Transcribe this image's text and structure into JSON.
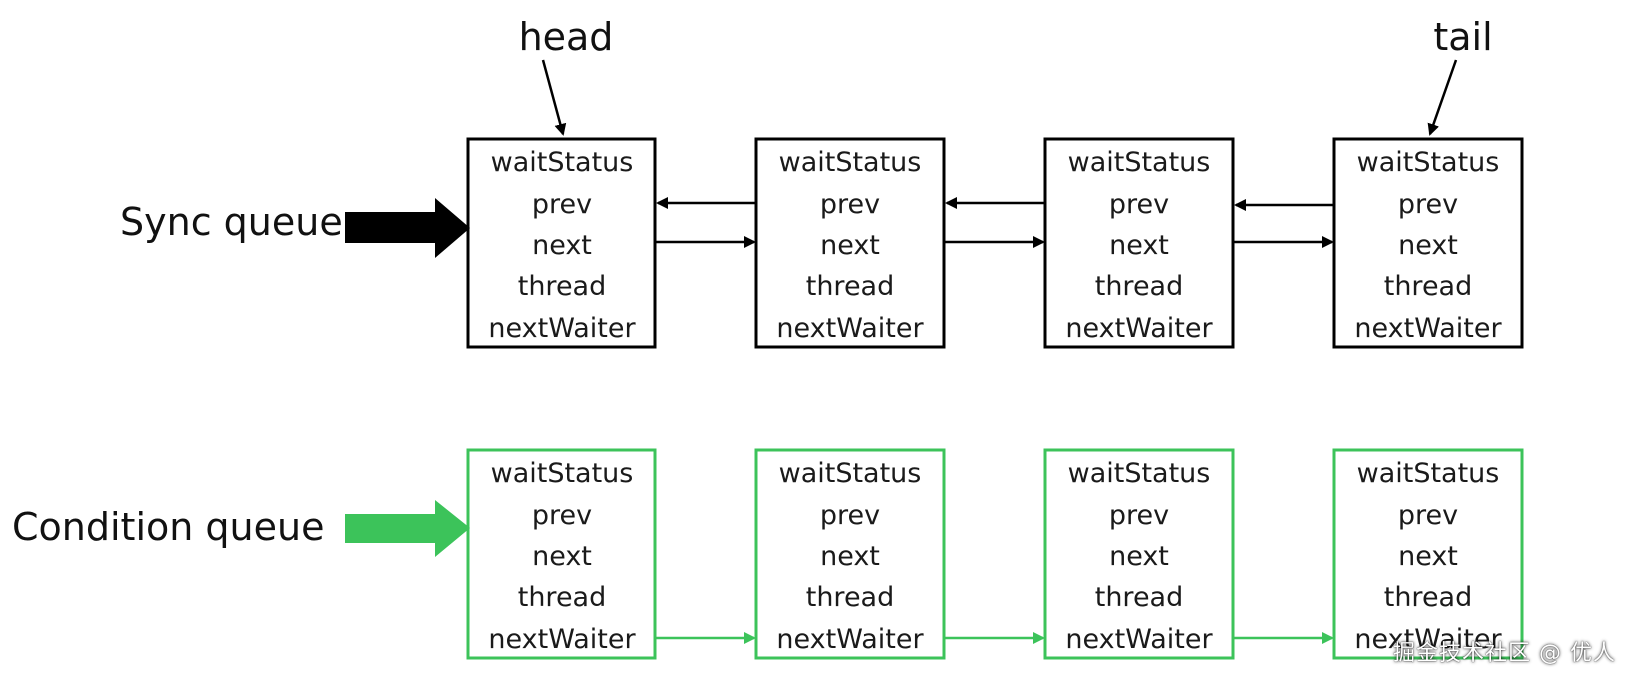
{
  "diagram": {
    "pointers": {
      "head": "head",
      "tail": "tail"
    },
    "queues": [
      {
        "key": "sync",
        "label": "Sync queue",
        "color": "#000000",
        "links": [
          "prev",
          "next"
        ],
        "nodes": [
          {
            "fields": [
              "waitStatus",
              "prev",
              "next",
              "thread",
              "nextWaiter"
            ]
          },
          {
            "fields": [
              "waitStatus",
              "prev",
              "next",
              "thread",
              "nextWaiter"
            ]
          },
          {
            "fields": [
              "waitStatus",
              "prev",
              "next",
              "thread",
              "nextWaiter"
            ]
          },
          {
            "fields": [
              "waitStatus",
              "prev",
              "next",
              "thread",
              "nextWaiter"
            ]
          }
        ]
      },
      {
        "key": "condition",
        "label": "Condition queue",
        "color": "#3cc35a",
        "links": [
          "nextWaiter"
        ],
        "nodes": [
          {
            "fields": [
              "waitStatus",
              "prev",
              "next",
              "thread",
              "nextWaiter"
            ]
          },
          {
            "fields": [
              "waitStatus",
              "prev",
              "next",
              "thread",
              "nextWaiter"
            ]
          },
          {
            "fields": [
              "waitStatus",
              "prev",
              "next",
              "thread",
              "nextWaiter"
            ]
          },
          {
            "fields": [
              "waitStatus",
              "prev",
              "next",
              "thread",
              "nextWaiter"
            ]
          }
        ]
      }
    ]
  },
  "watermark": "掘金技术社区 @ 优人"
}
